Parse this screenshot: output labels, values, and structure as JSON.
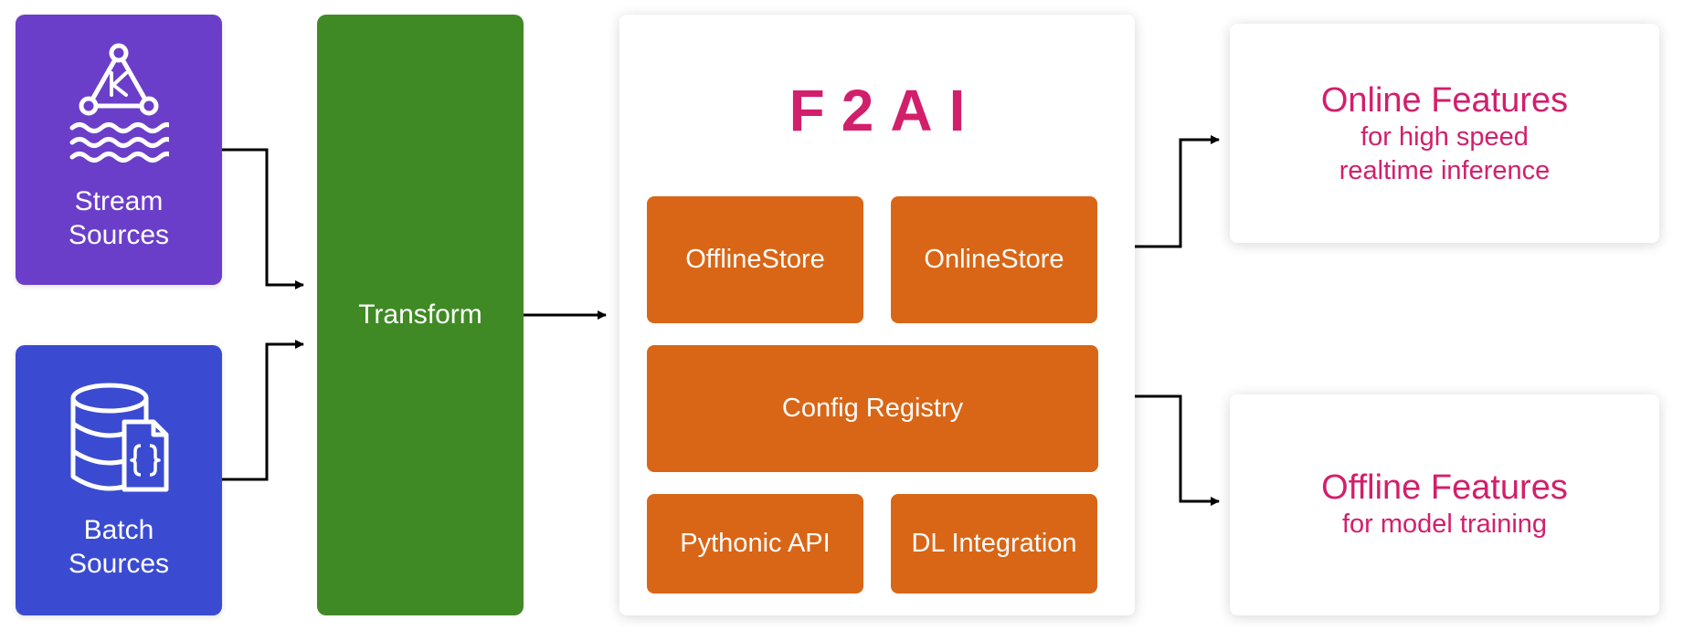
{
  "sources": {
    "stream": {
      "line1": "Stream",
      "line2": "Sources",
      "icon": "kafka-stream-icon",
      "color": "#6a3ec9"
    },
    "batch": {
      "line1": "Batch",
      "line2": "Sources",
      "icon": "database-file-icon",
      "color": "#3a4bd2"
    }
  },
  "transform": {
    "label": "Transform",
    "color": "#408a25"
  },
  "f2ai": {
    "title": "F2AI",
    "modules": {
      "offline_store": "OfflineStore",
      "online_store": "OnlineStore",
      "config_registry": "Config Registry",
      "pythonic_api": "Pythonic API",
      "dl_integration": "DL Integration"
    },
    "module_color": "#d96616",
    "accent": "#d21f6c"
  },
  "outputs": {
    "online": {
      "title": "Online Features",
      "line1": "for high speed",
      "line2": "realtime inference"
    },
    "offline": {
      "title": "Offline Features",
      "line1": "for model training"
    }
  }
}
